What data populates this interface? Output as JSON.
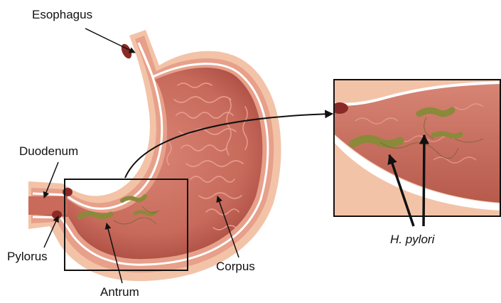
{
  "labels": {
    "esophagus": "Esophagus",
    "duodenum": "Duodenum",
    "pylorus": "Pylorus",
    "antrum": "Antrum",
    "corpus": "Corpus",
    "h_pylori": "H. pylori"
  },
  "colors": {
    "tissue_outer": "#f3c3a8",
    "tissue_mid": "#e7a08a",
    "tissue_inner": "#c96a5a",
    "tissue_dark": "#a94a40",
    "wall_highlight": "#ffffff",
    "bacteria": "#8a8a3a",
    "bacteria_dark": "#5f5f22",
    "frame": "#111111",
    "arrow": "#111111"
  },
  "icons": {
    "bacterium": "bacterium-icon"
  }
}
